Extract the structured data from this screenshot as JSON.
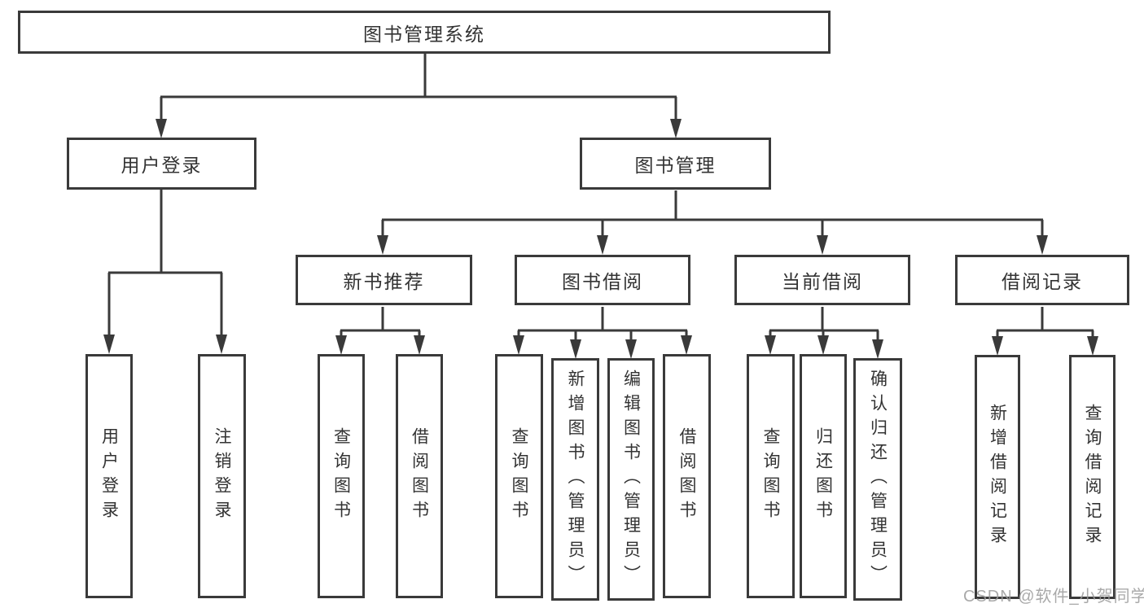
{
  "tree": {
    "root": {
      "label": "图书管理系统",
      "children": [
        {
          "label": "用户登录",
          "children": [
            {
              "label": "用户登录"
            },
            {
              "label": "注销登录"
            }
          ]
        },
        {
          "label": "图书管理",
          "children": [
            {
              "label": "新书推荐",
              "children": [
                {
                  "label": "查询图书"
                },
                {
                  "label": "借阅图书"
                }
              ]
            },
            {
              "label": "图书借阅",
              "children": [
                {
                  "label": "查询图书"
                },
                {
                  "label": "新增图书（管理员）"
                },
                {
                  "label": "编辑图书（管理员）"
                },
                {
                  "label": "借阅图书"
                }
              ]
            },
            {
              "label": "当前借阅",
              "children": [
                {
                  "label": "查询图书"
                },
                {
                  "label": "归还图书"
                },
                {
                  "label": "确认归还（管理员）"
                }
              ]
            },
            {
              "label": "借阅记录",
              "children": [
                {
                  "label": "新增借阅记录"
                },
                {
                  "label": "查询借阅记录"
                }
              ]
            }
          ]
        }
      ]
    }
  },
  "watermark": "CSDN @软件_小贺同学",
  "colors": {
    "line": "#3a3a3a",
    "text": "#333333",
    "watermark": "#9b9b9b",
    "background": "#ffffff"
  }
}
